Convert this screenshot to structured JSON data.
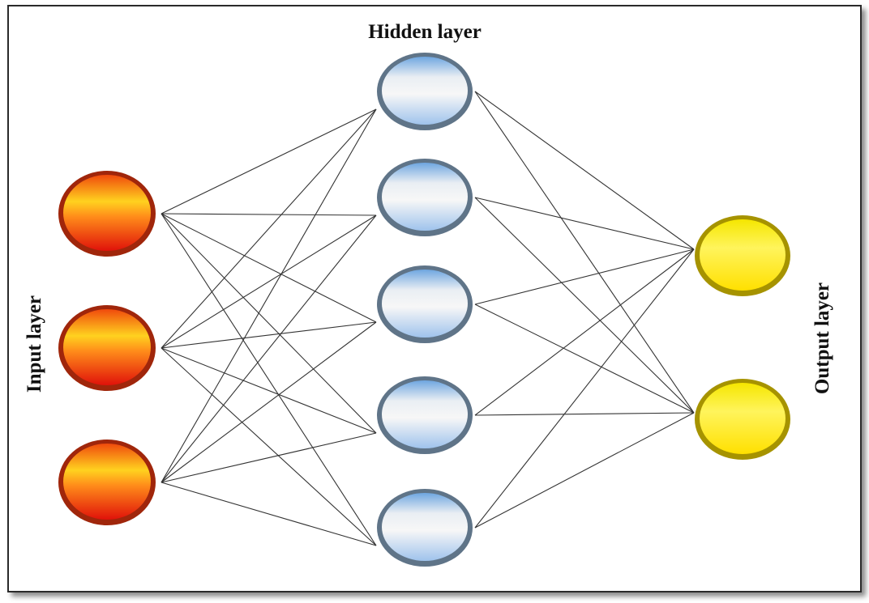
{
  "labels": {
    "input": "Input layer",
    "hidden": "Hidden layer",
    "output": "Output layer"
  },
  "layers": {
    "input": {
      "count": 3
    },
    "hidden": {
      "count": 5
    },
    "output": {
      "count": 2
    }
  },
  "colors": {
    "input_node": [
      "#ffdd33",
      "#ff7a1a",
      "#e8140a"
    ],
    "hidden_node": [
      "#7fb3e8",
      "#f2f2f2",
      "#a9c9ee"
    ],
    "output_node": [
      "#fff36a",
      "#ffe500",
      "#c9b600"
    ],
    "edge": "#333333"
  },
  "connectivity": "fully-connected"
}
